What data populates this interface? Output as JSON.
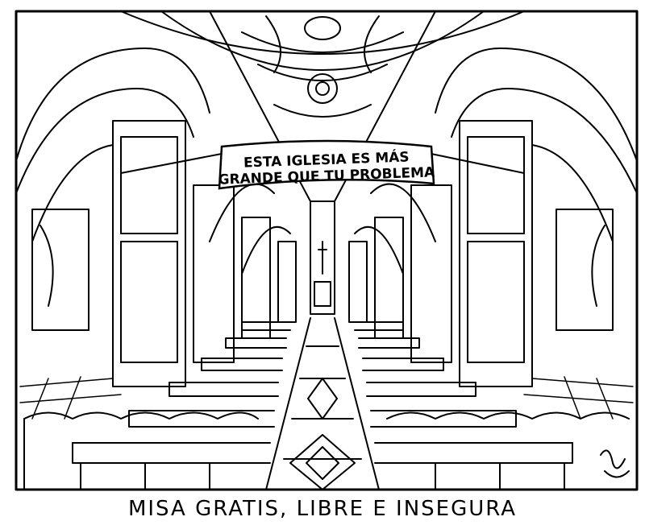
{
  "banner": {
    "line1": "ESTA IGLESIA ES MÁS",
    "line2": "GRANDE QUE TU PROBLEMA"
  },
  "caption": "MISA GRATIS, LIBRE E INSEGURA",
  "signature": "signature-mark",
  "colors": {
    "ink": "#000000",
    "paper": "#ffffff"
  }
}
